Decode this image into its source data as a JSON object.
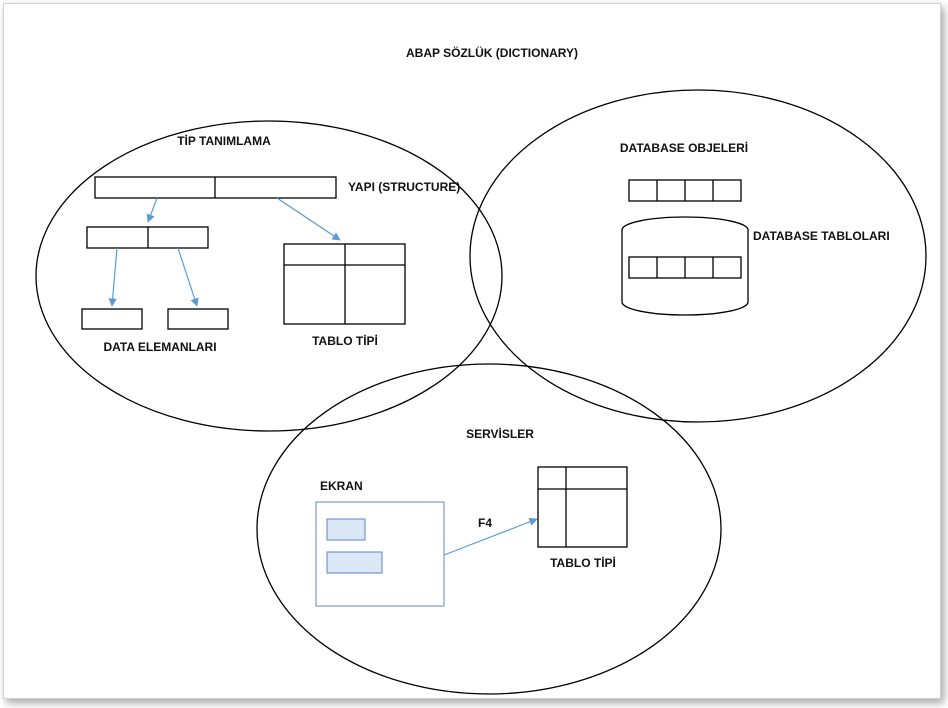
{
  "title": "ABAP SÖZLÜK (DICTIONARY)",
  "type_definition": {
    "heading": "TİP TANIMLAMA",
    "structure_label": "YAPI (STRUCTURE)",
    "data_elements_label": "DATA ELEMANLARI",
    "table_type_label": "TABLO TİPİ"
  },
  "database_objects": {
    "heading": "DATABASE OBJELERİ",
    "tables_label": "DATABASE TABLOLARI"
  },
  "services": {
    "heading": "SERVİSLER",
    "screen_label": "EKRAN",
    "f4_label": "F4",
    "table_type_label": "TABLO TİPİ"
  },
  "colors": {
    "arrow": "#5b9bd5",
    "screen_field": "#dce8f6",
    "screen_border": "#7a9cc6"
  }
}
